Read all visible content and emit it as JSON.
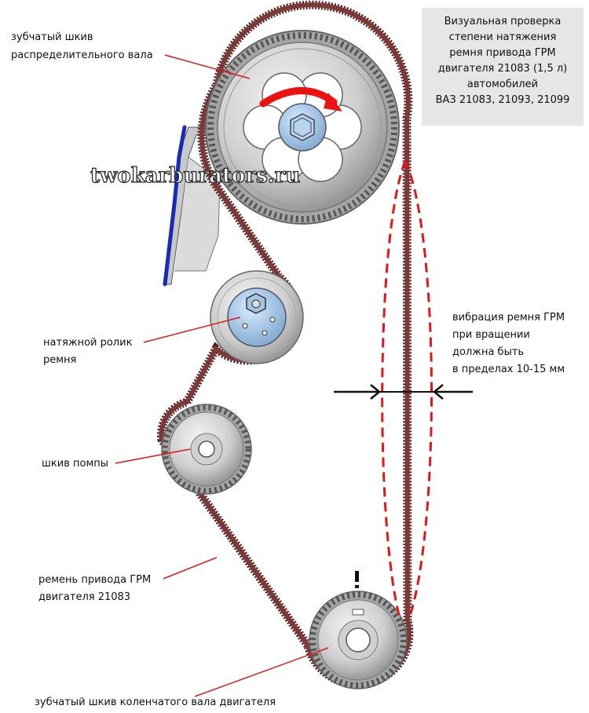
{
  "title": {
    "lines": [
      "Визуальная проверка",
      "степени натяжения",
      "ремня привода ГРМ",
      "двигателя 21083 (1,5 л)",
      "автомобилей",
      "ВАЗ 21083, 21093, 21099"
    ]
  },
  "watermark": "twokarburators.ru",
  "labels": {
    "camshaft": [
      "зубчатый шкив",
      "распределительного вала"
    ],
    "tensioner": [
      "натяжной ролик",
      "ремня"
    ],
    "pump": "шкив помпы",
    "belt": [
      "ремень привода ГРМ",
      "двигателя 21083"
    ],
    "crankshaft": "зубчатый шкив коленчатого вала двигателя",
    "vibration": [
      "вибрация ремня ГРМ",
      "при вращении",
      "должна быть",
      "в пределах 10-15 мм"
    ]
  },
  "colors": {
    "belt": "#7a3a3a",
    "belt_teeth": "#5a1e1e",
    "pulley_face": "#d4d4d4",
    "pulley_rim": "#9a9a9a",
    "hub_blue": "#a8c8e8",
    "leader_red": "#e01818",
    "rotation_arrow": "#ee1111",
    "dashed_red": "#e01818",
    "bracket_blue": "#1a2ab8",
    "title_bg": "#e6e6e6"
  },
  "icons": {
    "rotation": "curved-arrow-icon",
    "vibration_arrows": "inward-arrows-icon",
    "timing_mark": "exclamation-mark-icon"
  }
}
